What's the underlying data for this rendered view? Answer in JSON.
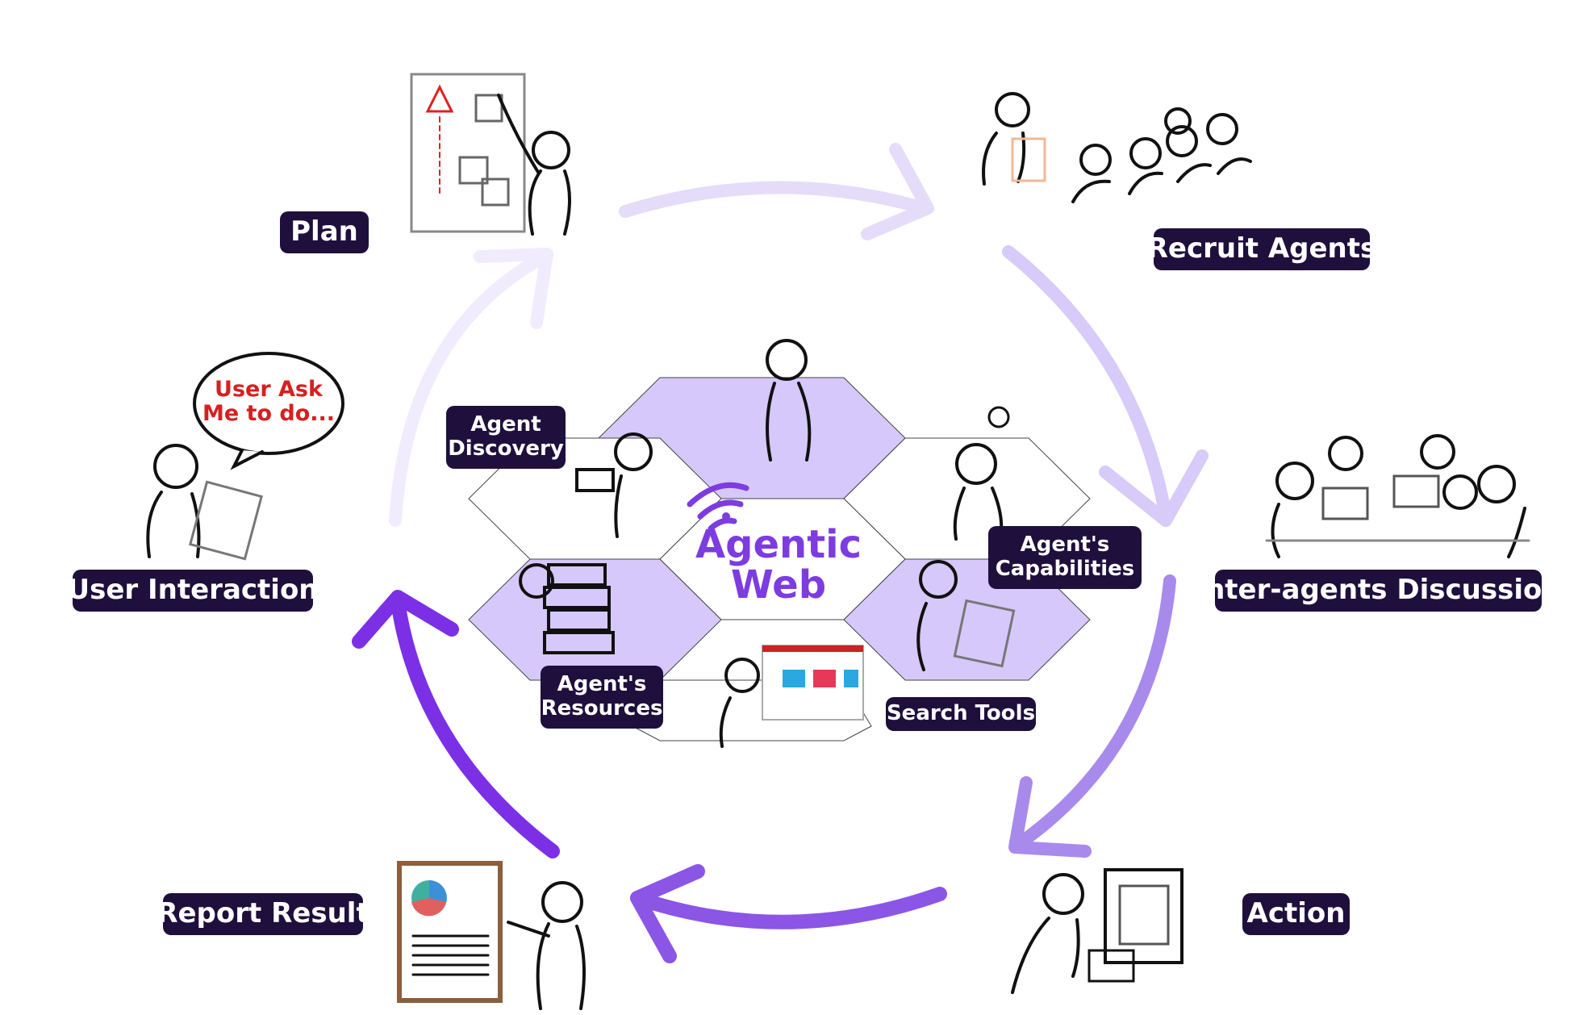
{
  "center": {
    "line1": "Agentic",
    "line2": "Web"
  },
  "steps": {
    "plan": "Plan",
    "recruit": "Recruit Agents",
    "discussion": "Inter-agents Discussion",
    "action": "Action",
    "report": "Report Result",
    "user": "User Interaction"
  },
  "hex_labels": {
    "discovery_l1": "Agent",
    "discovery_l2": "Discovery",
    "capabilities_l1": "Agent's",
    "capabilities_l2": "Capabilities",
    "resources_l1": "Agent's",
    "resources_l2": "Resources",
    "search": "Search Tools"
  },
  "speech_bubble": {
    "line1": "User Ask",
    "line2": "Me to do..."
  },
  "colors": {
    "label_bg": "#1f0f3d",
    "accent": "#7d3ce0",
    "hex_fill": "#d6c8fb",
    "bubble_text": "#d62020"
  }
}
